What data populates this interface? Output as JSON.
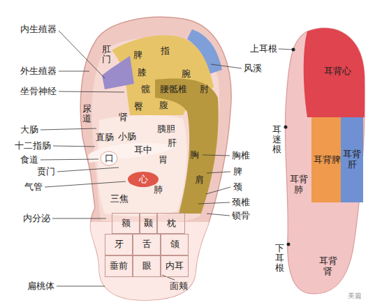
{
  "diagram": {
    "nodes": [
      {
        "text": [
          "额"
        ]
      },
      {
        "text": [
          "颞"
        ]
      },
      {
        "text": [
          "枕"
        ]
      },
      {
        "text": [
          "牙"
        ]
      },
      {
        "text": [
          "舌"
        ]
      },
      {
        "text": [
          "颌"
        ]
      },
      {
        "text": [
          "垂前"
        ]
      },
      {
        "text": [
          "眼"
        ]
      },
      {
        "text": [
          "内耳"
        ]
      },
      {
        "text": [
          "耳背心"
        ]
      },
      {
        "text": [
          "耳背脾"
        ]
      },
      {
        "text": [
          "耳背肝"
        ]
      }
    ],
    "labels": [
      "内生殖器",
      "肛门",
      "脾",
      "指",
      "上耳根",
      "风溪",
      "外生殖器",
      "膝",
      "腕",
      "髋",
      "腰骶椎",
      "肘",
      "坐骨神经",
      "臀",
      "腹",
      "尿道",
      "肾",
      "胰胆",
      "大肠",
      "直肠",
      "小肠",
      "耳迷根",
      "十二指肠",
      "肝",
      "耳中",
      "胸椎",
      "胸",
      "食道",
      "口",
      "胃",
      "贲门",
      "脾",
      "心",
      "肩",
      "耳背肺",
      "颈",
      "气管",
      "肺",
      "三焦",
      "颈椎",
      "锁骨",
      "内分泌",
      "下耳根",
      "耳背肾",
      "扁桃体",
      "面颊",
      "美篇"
    ]
  }
}
